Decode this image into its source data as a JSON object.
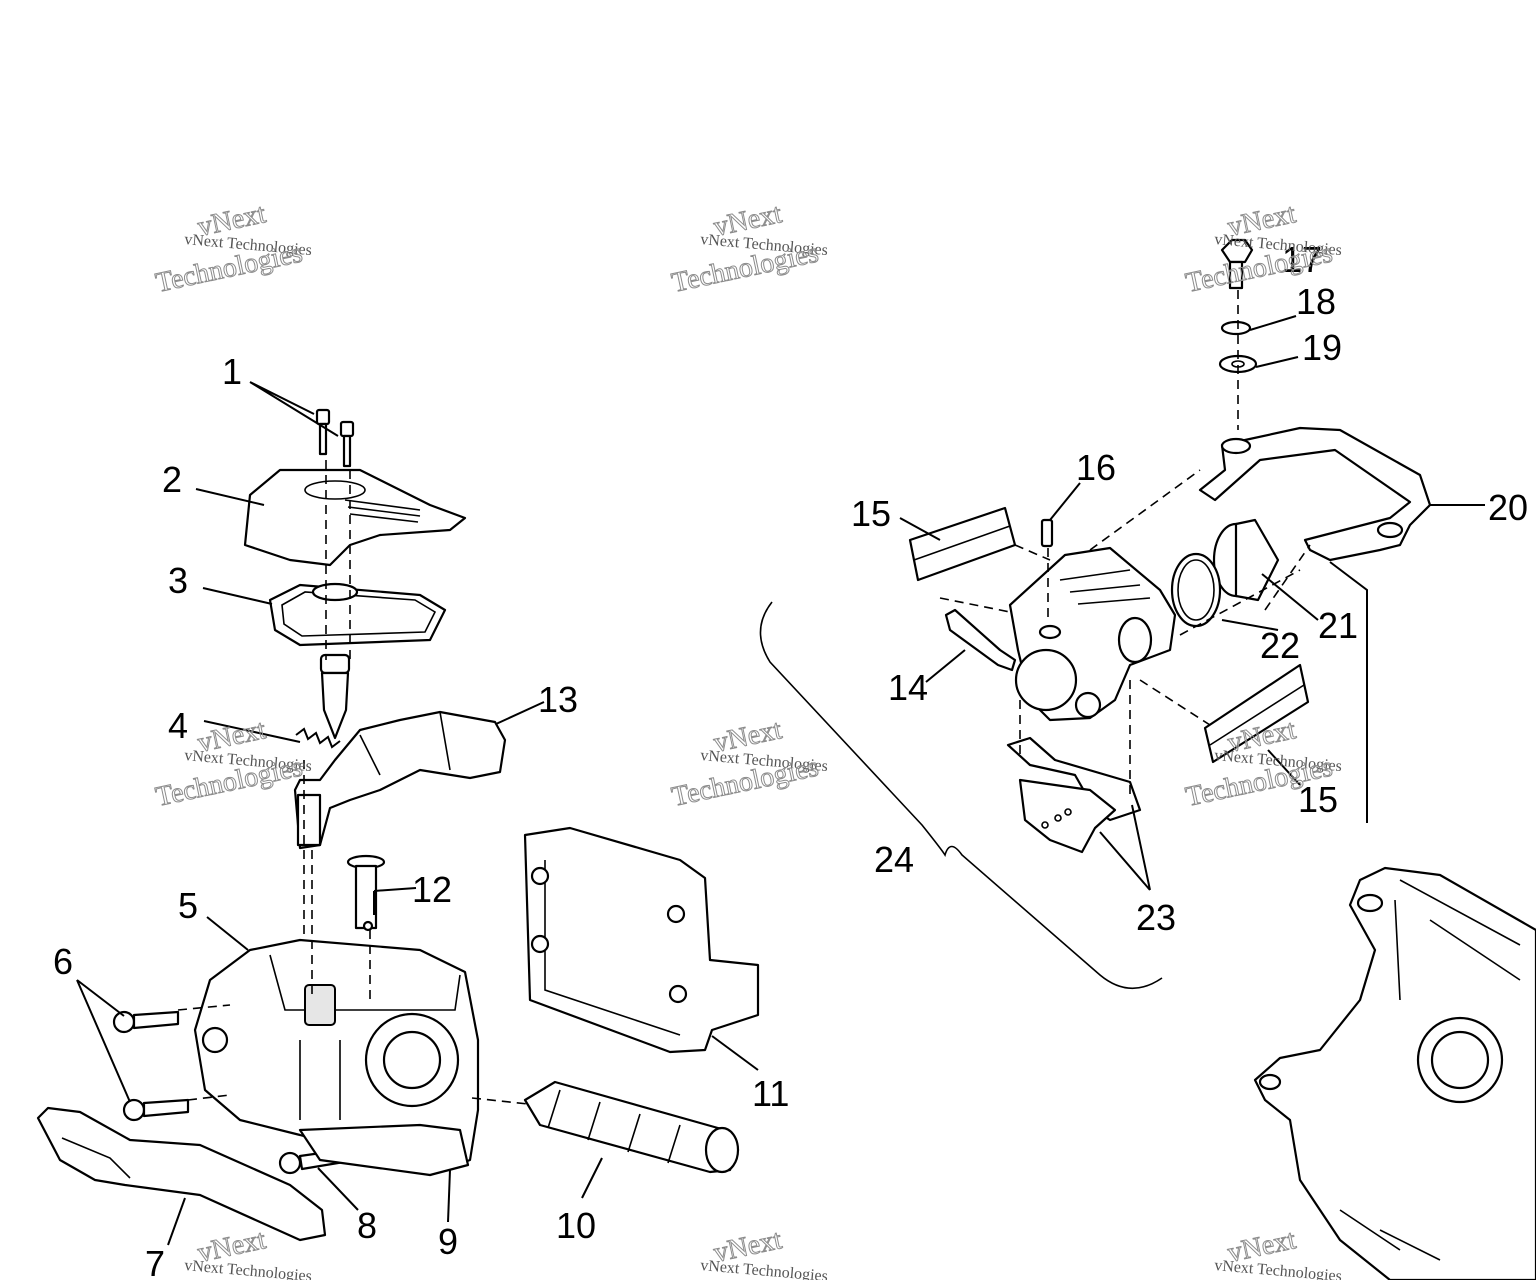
{
  "diagram": {
    "callouts": [
      "1",
      "2",
      "3",
      "4",
      "5",
      "6",
      "7",
      "8",
      "9",
      "10",
      "11",
      "12",
      "13",
      "14",
      "15",
      "16",
      "17",
      "18",
      "19",
      "20",
      "21",
      "22",
      "23",
      "24",
      "15"
    ],
    "watermark": {
      "line1": "vNext",
      "line2": "Technologies",
      "small": "vNext Technologies"
    },
    "colors": {
      "line": "#000000",
      "background": "#ffffff",
      "watermark": "#8c8c8c"
    }
  }
}
